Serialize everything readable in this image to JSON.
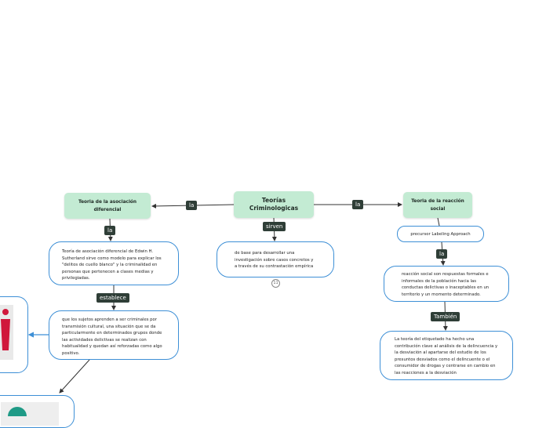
{
  "central": {
    "title": "Teorías Criminologicas"
  },
  "left_topic": {
    "title": "Teoria de la asociación diferencial"
  },
  "right_topic": {
    "title": "Teoria de la reacción social"
  },
  "labels": {
    "central_left": "la",
    "central_right": "la",
    "central_down": "sirven",
    "left_down": "la",
    "left_establece": "establece",
    "right_la": "la",
    "right_tambien": "También"
  },
  "nodes": {
    "sirven_text": "de base para desarrollar una investigación sobre casos concretos y a través de su contrastación empírica",
    "sirven_counter": "11",
    "left_def": "Teoría de asociación diferencial de Edwin H. Sutherland sirve como modelo para explicar los \"delitos de cuello blanco\" y la criminalidad en personas que pertenecen a clases medias y privilegiadas.",
    "left_establece": "que los sujetos aprenden a ser criminales por transmisión cultural, una situación que se da particularmente en determinados grupos donde las actividades delictivas se realizan con habitualidad y quedan así reforzadas como algo positivo.",
    "right_precursor": "precursor Labeling Approach",
    "right_reaccion": "reacción social son respuestas formales e informales de la población hacia las conductas delictivas o inaceptables en un territorio y un momento determinado.",
    "right_tambien": "La teoría del etiquetado ha hecho una contribución clave al análisis de la delincuencia y la desviación al apartarse del estudio de los presuntos desviados como el delincuente o el consumidor de drogas y centrarse en cambio en las reacciones a la desviación"
  },
  "colors": {
    "topic": "#c3ebd3",
    "node_border": "#3d8fd6",
    "label": "#2f3e37",
    "accent_red": "#d0173b"
  }
}
